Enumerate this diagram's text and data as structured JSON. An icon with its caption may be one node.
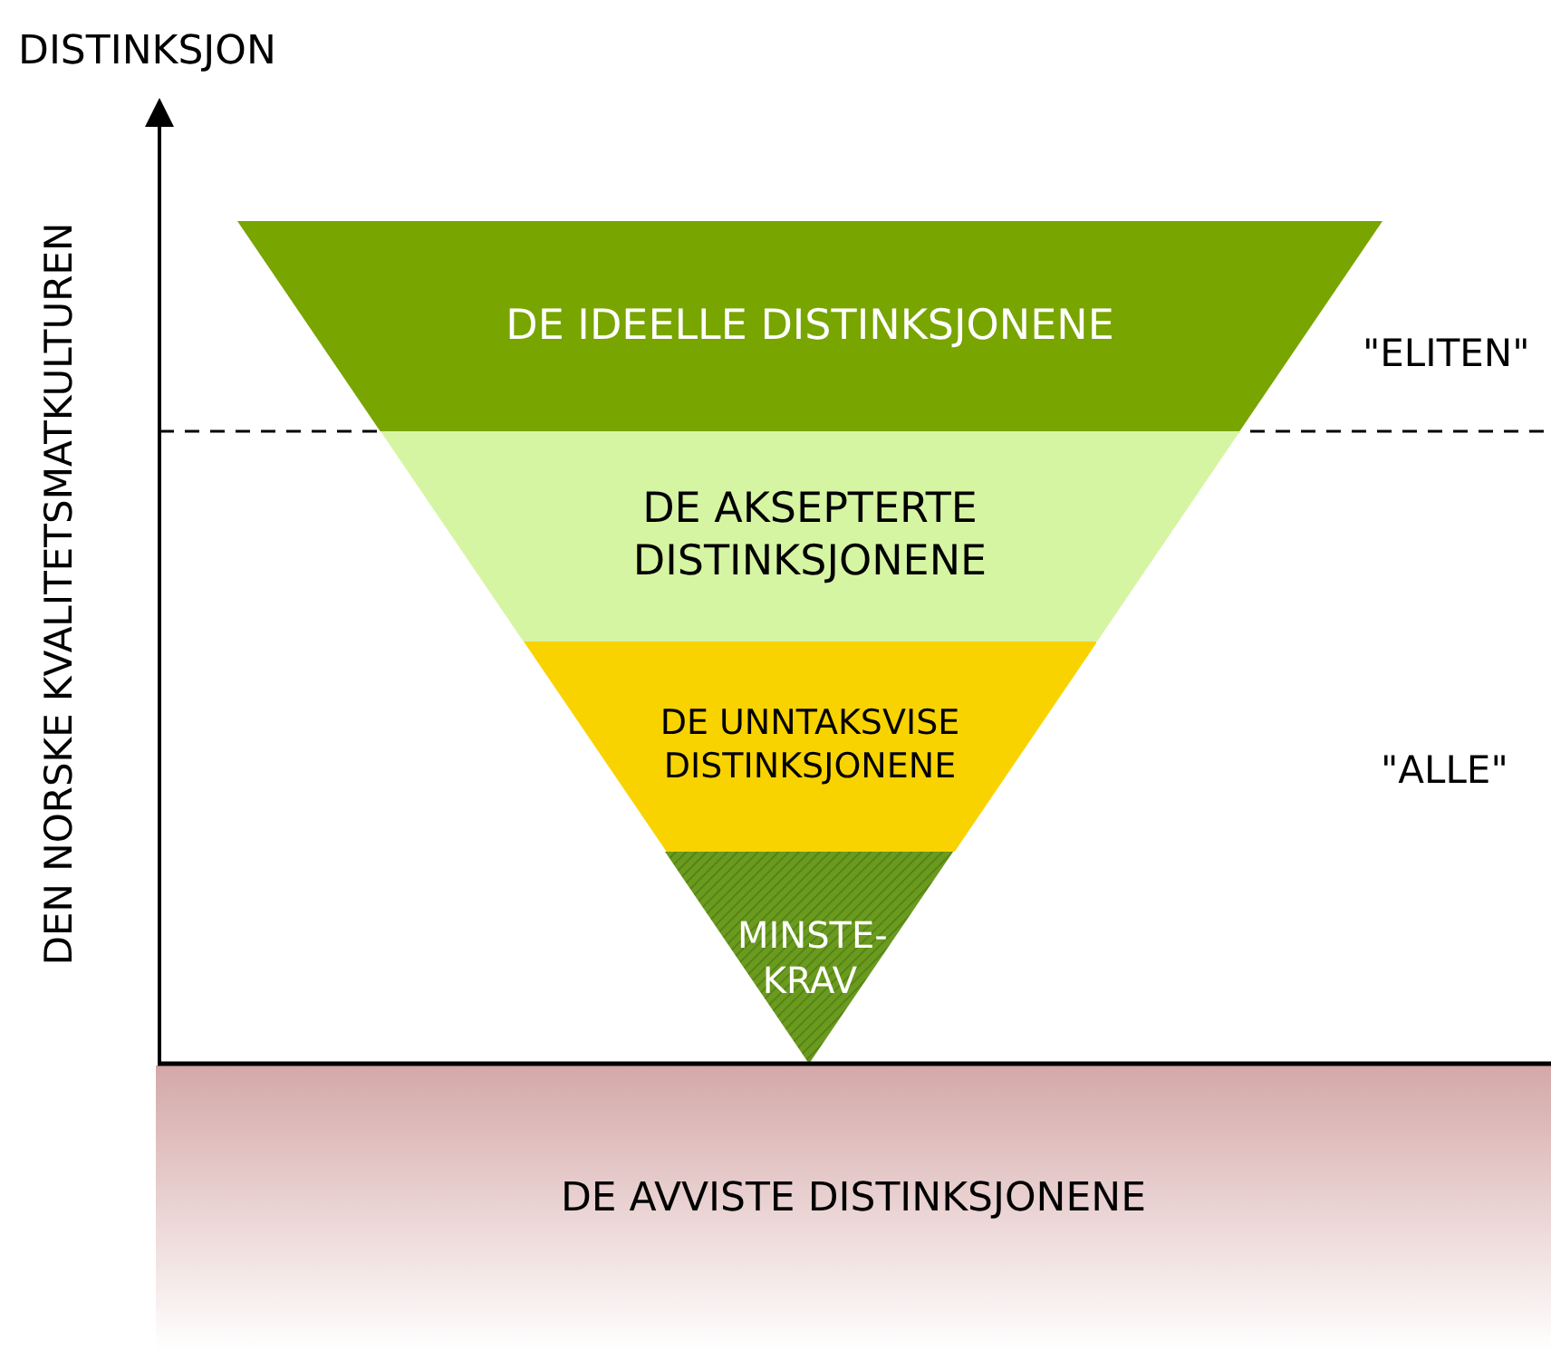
{
  "diagram": {
    "nodes": [
      {
        "text": [
          "DE IDEELLE DISTINKSJONENE"
        ]
      },
      {
        "text": [
          "DE AKSEPTERTE DISTINKSJONENE"
        ]
      },
      {
        "text": [
          "DE UNNTAKSVISE DISTINKSJONENE"
        ]
      },
      {
        "text": [
          "MINSTE- KRAV"
        ]
      },
      {
        "text": [
          "DE AVVISTE DISTINKSJONENE"
        ]
      }
    ],
    "labels": [
      "DISTINKSJON",
      "DEN NORSKE KVALITETSMATKULTUREN",
      "\"ELITEN\"",
      "\"ALLE\""
    ]
  }
}
